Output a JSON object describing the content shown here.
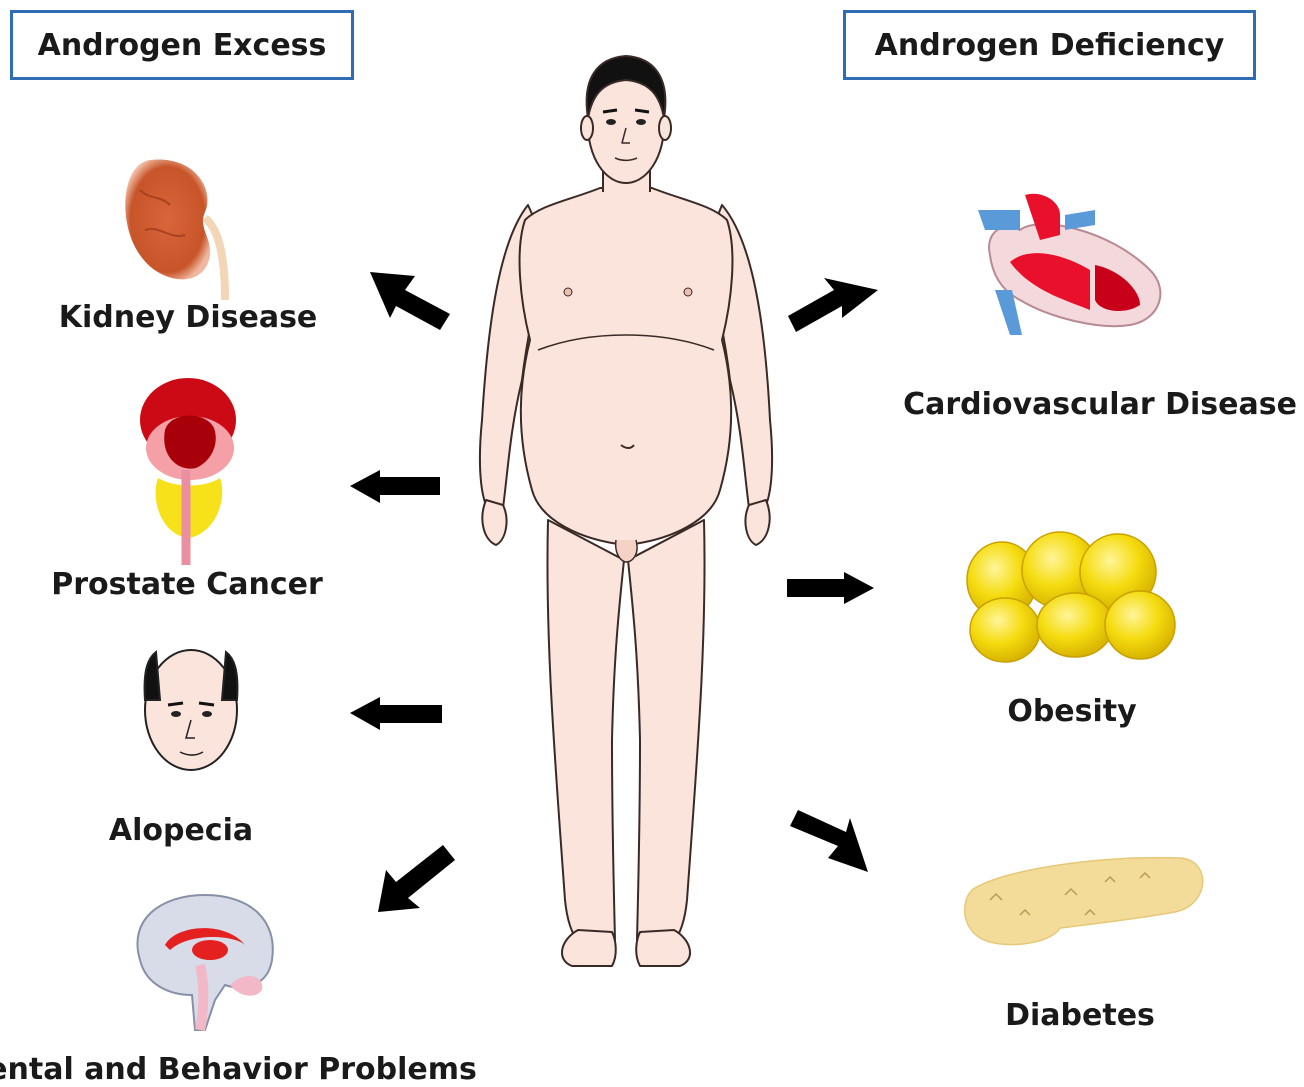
{
  "headers": {
    "left": "Androgen Excess",
    "right": "Androgen Deficiency"
  },
  "conditions": {
    "excess": [
      {
        "label": "Kidney Disease",
        "icon": "kidney-icon"
      },
      {
        "label": "Prostate Cancer",
        "icon": "prostate-icon"
      },
      {
        "label": "Alopecia",
        "icon": "balding-head-icon"
      },
      {
        "label": "ental and Behavior Problems",
        "icon": "brain-icon"
      }
    ],
    "deficiency": [
      {
        "label": "Cardiovascular Disease",
        "icon": "heart-icon"
      },
      {
        "label": "Obesity",
        "icon": "fat-cells-icon"
      },
      {
        "label": "Diabetes",
        "icon": "pancreas-icon"
      }
    ]
  },
  "figure": {
    "icon": "male-body-figure"
  },
  "colors": {
    "header_border": "#2e6db4",
    "arrow": "#000000",
    "skin": "#fbe4dc",
    "kidney": "#c65a2c",
    "prostate_red": "#cc0a16",
    "prostate_yellow": "#f6e11a",
    "fat_yellow": "#f5dc10",
    "pancreas": "#f3dc9a"
  }
}
